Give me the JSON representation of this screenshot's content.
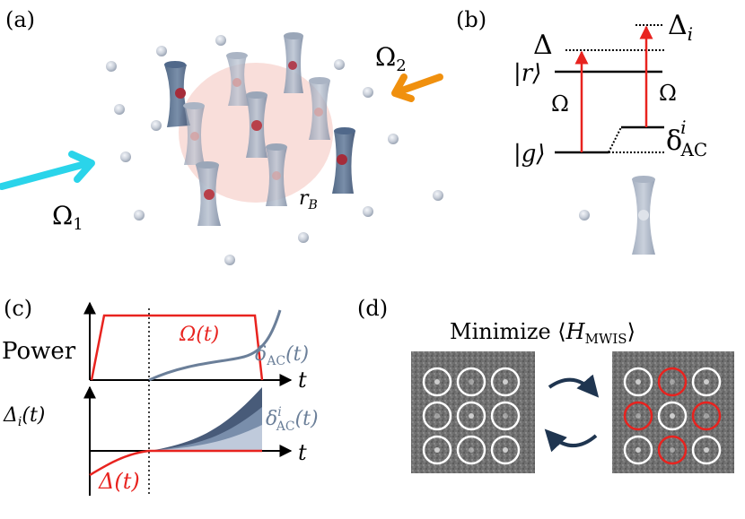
{
  "panels": {
    "a": {
      "label": "(a)",
      "omega1": "Ω",
      "omega1_sub": "1",
      "omega2": "Ω",
      "omega2_sub": "2",
      "radius_label": "r",
      "radius_sub": "B"
    },
    "b": {
      "label": "(b)",
      "delta": "Δ",
      "delta_i": "Δ",
      "delta_i_sub": "i",
      "state_r": "|r⟩",
      "state_g": "|g⟩",
      "omega_left": "Ω",
      "omega_right": "Ω",
      "delta_ac": "δ",
      "delta_ac_sup": "i",
      "delta_ac_sub": "AC"
    },
    "c": {
      "label": "(c)",
      "power_label": "Power",
      "omega_t": "Ω(t)",
      "delta_ac_t": "δ",
      "delta_ac_t_sub": "AC",
      "delta_ac_t_arg": "(t)",
      "t_axis_top": "t",
      "t_axis_bottom": "t",
      "delta_i_t": "Δ",
      "delta_i_t_sub": "i",
      "delta_i_t_arg": "(t)",
      "delta_ac_i_t": "δ",
      "delta_ac_i_t_sup": "i",
      "delta_ac_i_t_sub": "AC",
      "delta_ac_i_t_arg": "(t)",
      "delta_t": "Δ(t)"
    },
    "d": {
      "label": "(d)",
      "title_prefix": "Minimize ⟨",
      "title_H": "H",
      "title_sub": "MWIS",
      "title_suffix": "⟩",
      "left_grid": [
        "white",
        "white",
        "white",
        "white",
        "white",
        "white",
        "white",
        "white",
        "white"
      ],
      "right_grid": [
        "white",
        "red",
        "white",
        "red",
        "white",
        "red",
        "white",
        "red",
        "white"
      ]
    }
  },
  "colors": {
    "cyan": "#2ad4ea",
    "orange": "#f0900e",
    "red": "#e8231f",
    "steel": "#6b7f99",
    "navy": "#1f3550",
    "blockade": "#f8d8d4"
  }
}
